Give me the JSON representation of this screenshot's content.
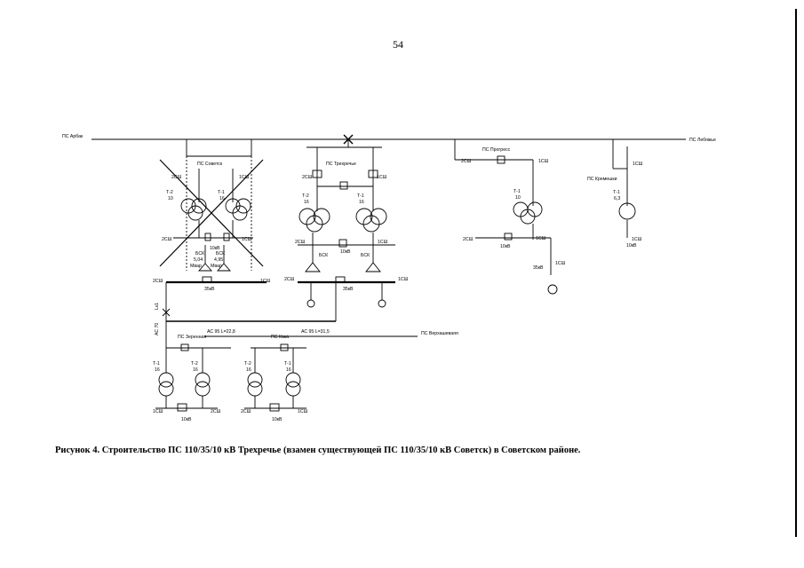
{
  "page": {
    "number": "54",
    "caption": "Рисунок 4. Строительство ПС 110/35/10 кВ Трехречье (взамен существующей ПС 110/35/10 кВ Советск) в Советском районе."
  },
  "diagram": {
    "substations": {
      "arbak": "ПС Арбак",
      "sovetsk": "ПС Советск",
      "trehreche": "ПС Трехречье",
      "progress": "ПС Прогресс",
      "lebyazhe": "ПС Лебяжье",
      "kremeshki": "ПС Кремешки",
      "zerenaya": "ПС Зеренная",
      "kaka": "ПС Кака",
      "verkhashevaya": "ПС Верхашеваяя"
    },
    "transformers": {
      "sovetsk_t2": "Т-2",
      "sovetsk_t2_rating": "10",
      "sovetsk_t1": "Т-1",
      "sovetsk_t1_rating": "16",
      "trehreche_t2": "Т-2",
      "trehreche_t2_rating": "16",
      "trehreche_t1": "Т-1",
      "trehreche_t1_rating": "16",
      "progress_t1": "Т-1",
      "progress_t1_rating": "10",
      "kremeshki_t1": "Т-1",
      "kremeshki_t1_rating": "6,3",
      "zerenaya_t1": "Т-1",
      "zerenaya_t1_rating": "16",
      "zerenaya_t2": "Т-2",
      "zerenaya_t2_rating": "16",
      "kaka_t2": "Т-2",
      "kaka_t2_rating": "16",
      "kaka_t1": "Т-1",
      "kaka_t1_rating": "16"
    },
    "buses": {
      "b2sh": "2СШ",
      "b1sh": "1СШ",
      "kv10": "10кВ",
      "kv35": "35кВ",
      "kv35_left": "35кВ",
      "kv35_progress": "35кВ"
    },
    "capacitors": {
      "bsk": "БСК",
      "sovetsk_bsk1_value": "5,04",
      "sovetsk_bsk2_value": "4,95",
      "mvar": "Мвар"
    },
    "lines": {
      "ac95_l228": "АС 95   L=22,8",
      "ac95_l3115": "АС 95  L=31,5",
      "ac70_vertical": "АС 70",
      "lk1": "Lк1"
    }
  }
}
